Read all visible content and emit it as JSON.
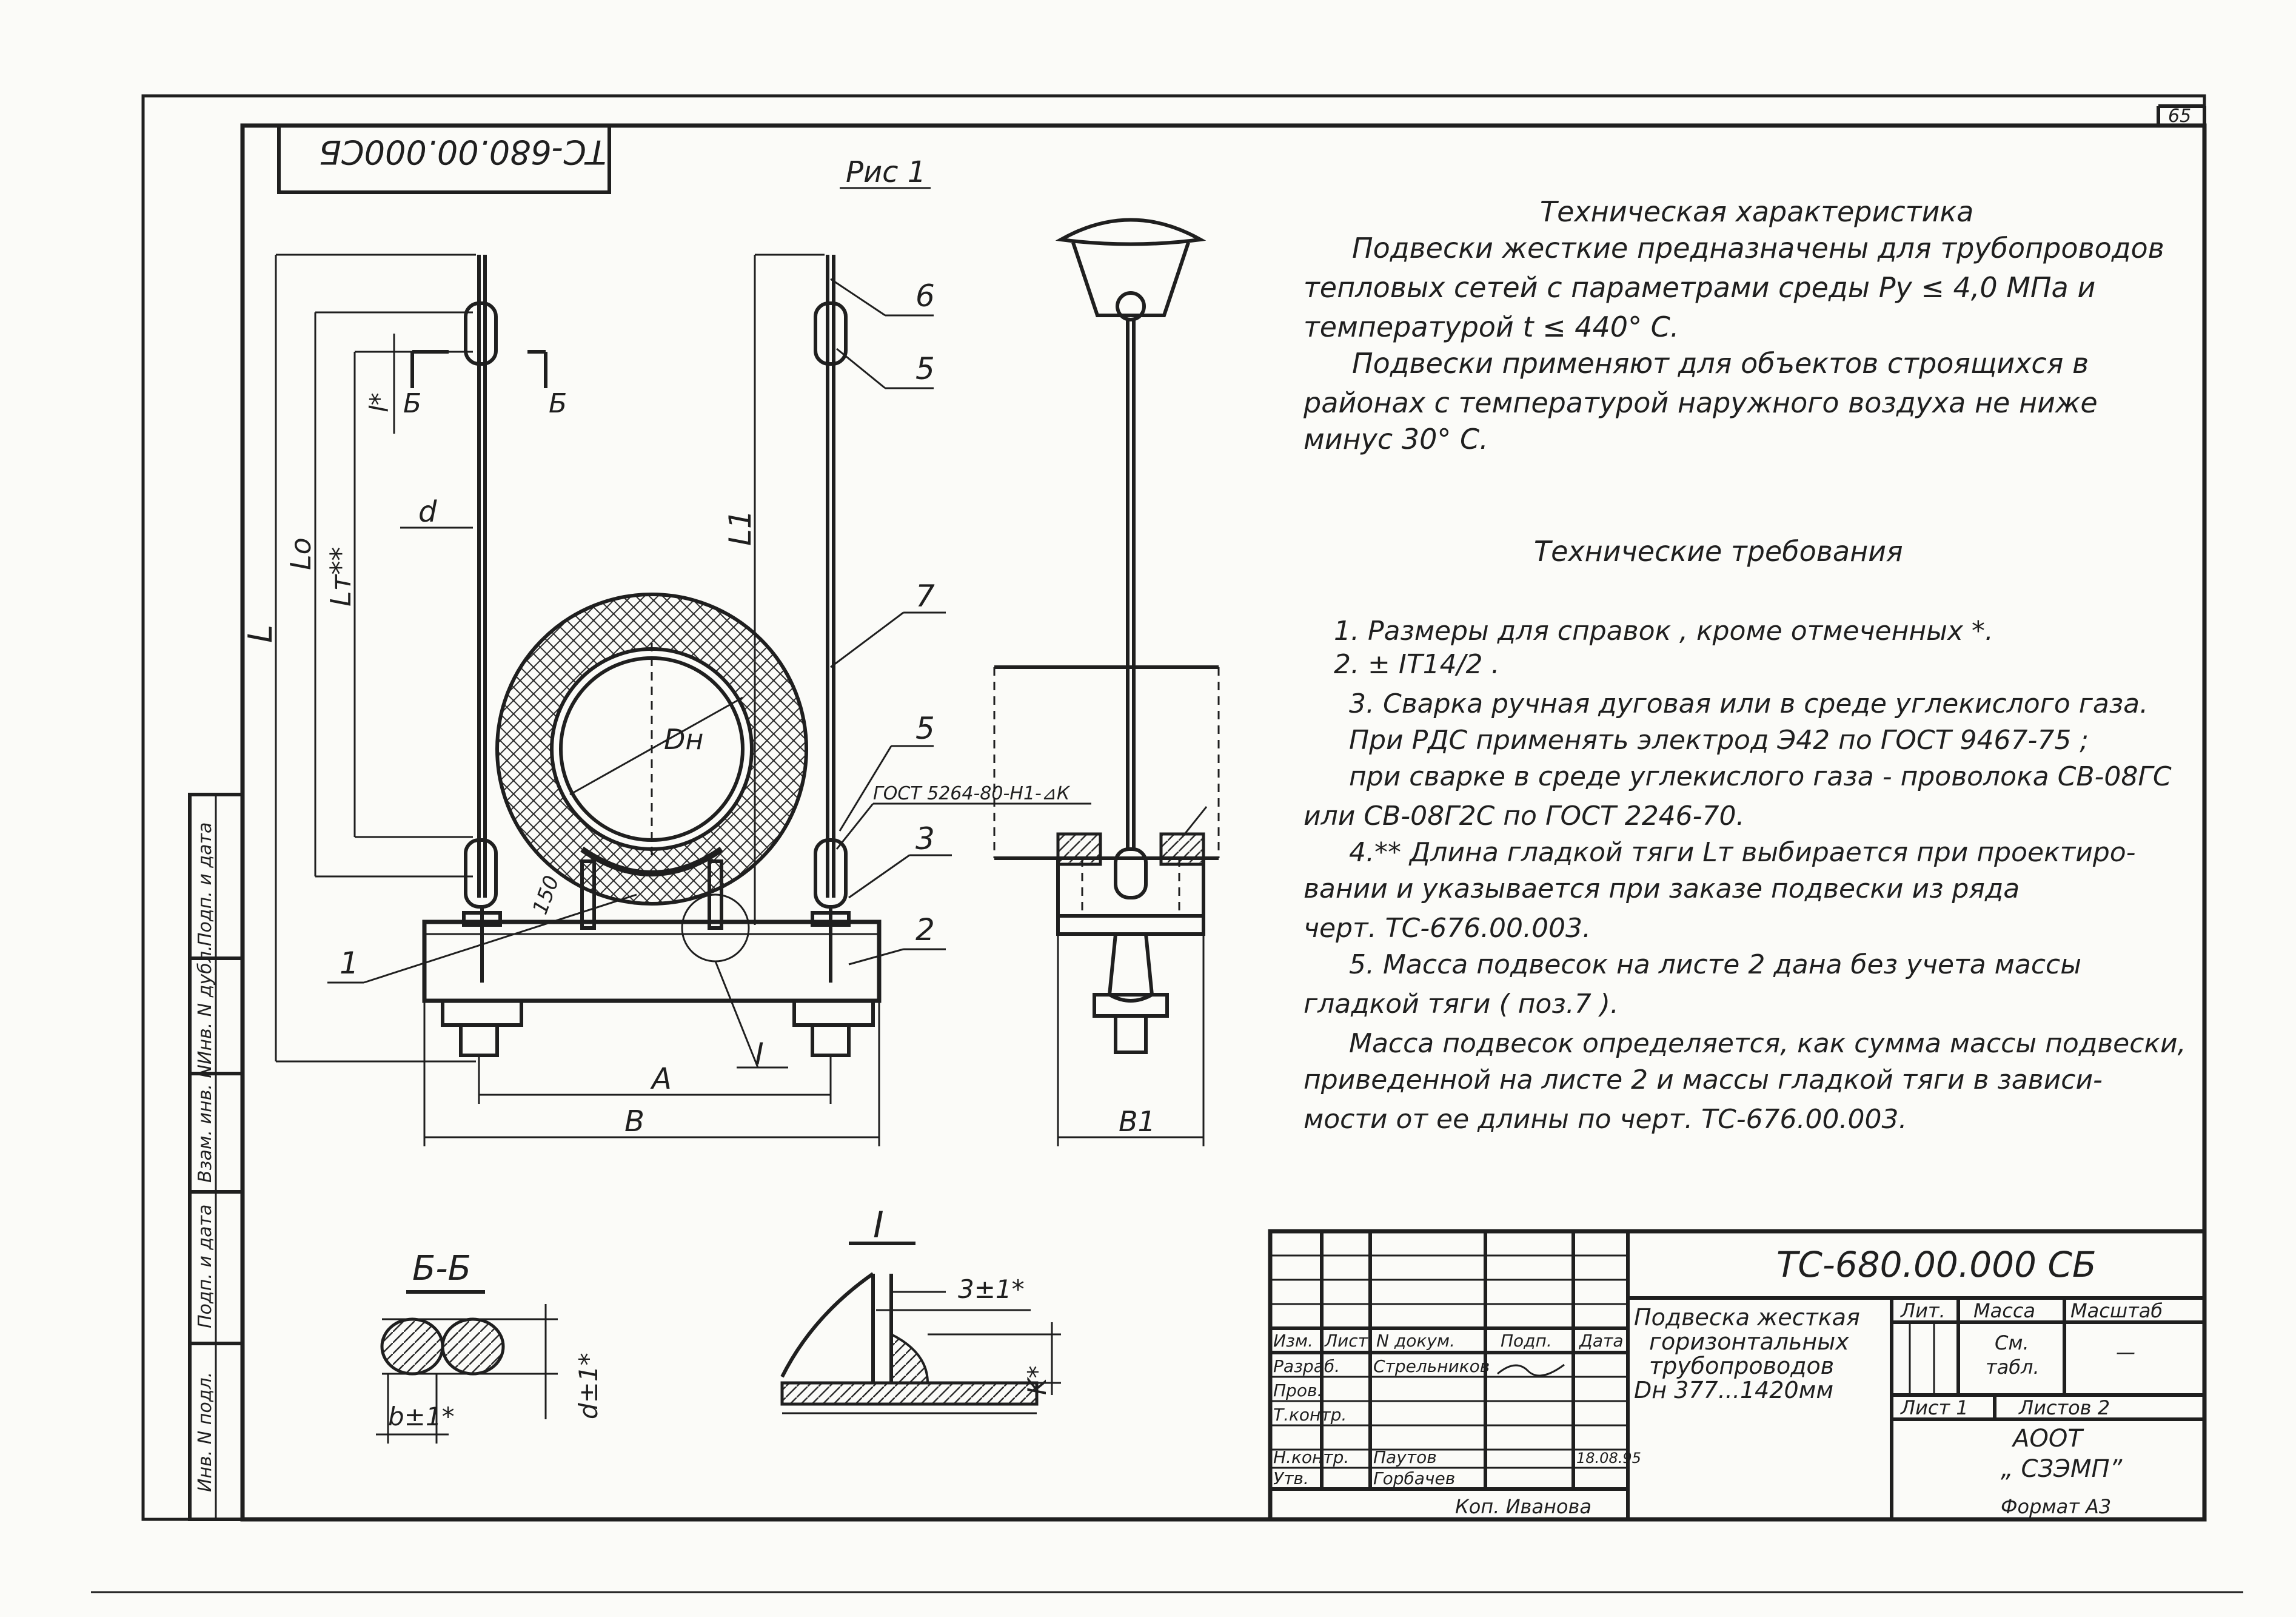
{
  "page_number": "65",
  "stamp_rotated": "ТС-680.00.000СБ",
  "figure_label": "Рис 1",
  "labels": {
    "L": "L",
    "Lo": "Lo",
    "Lt": "Lт**",
    "l": "l*",
    "L1": "L1",
    "d": "d",
    "Dn": "Dн",
    "B_mark_left": "Б",
    "B_mark_right": "Б",
    "angle": "150",
    "roman_I": "I",
    "dim_A": "A",
    "dim_B": "B",
    "dim_B1": "B1"
  },
  "positions": [
    "6",
    "5",
    "7",
    "5",
    "3",
    "2",
    "1"
  ],
  "weld_symbol": "ГОСТ 5264-80-Н1-⊿К",
  "section_bb": {
    "title": "Б-Б",
    "dim_b": "b±1*",
    "dim_d": "d±1*"
  },
  "detail_I": {
    "title": "I",
    "dim_gap": "3±1*",
    "dim_k": "K*"
  },
  "tech_char": {
    "title": "Техническая характеристика",
    "lines": [
      "Подвески жесткие предназначены для трубопроводов",
      "тепловых  сетей с параметрами среды Ру ≤ 4,0 МПа и",
      "температурой  t ≤ 440° С.",
      "Подвески применяют для объектов строящихся  в",
      "районах с температурой наружного воздуха не ниже",
      "минус 30° С."
    ]
  },
  "tech_req": {
    "title": "Технические требования",
    "lines": [
      "1. Размеры для справок , кроме отмеченных *.",
      "2. ± IT14/2 .",
      "3. Сварка ручная дуговая или в среде углекислого газа.",
      "При РДС  применять электрод Э42 по ГОСТ 9467-75 ;",
      "при сварке в среде углекислого газа - проволока СВ-08ГС",
      "или СВ-08Г2С  по ГОСТ 2246-70.",
      "4.** Длина гладкой тяги Lт выбирается  при проектиро-",
      "вании и указывается  при заказе подвески из ряда",
      "черт.  ТС-676.00.003.",
      "5. Масса подвесок на листе 2 дана без учета массы",
      "гладкой тяги ( поз.7 ).",
      "Масса подвесок определяется, как сумма массы подвески,",
      "приведенной на листе 2  и массы гладкой тяги в зависи-",
      "мости  от ее длины по черт. ТС-676.00.003."
    ]
  },
  "side_column": [
    "Инв. N подл.",
    "Подп. и дата",
    "Взам. инв. N",
    "Инв. N дубл.",
    "Подп. и дата"
  ],
  "title_block": {
    "doc_number": "ТС-680.00.000 СБ",
    "headers": [
      "Изм.",
      "Лист",
      "N докум.",
      "Подп.",
      "Дата"
    ],
    "roles": [
      "Разраб.",
      "Пров.",
      "Т.контр.",
      "Н.контр.",
      "Утв."
    ],
    "names": [
      "Стрельников",
      "Паутов",
      "Горбачев"
    ],
    "signature_date": "18.08.95",
    "title": [
      "Подвеска жесткая",
      "горизонтальных",
      "трубопроводов",
      "Dн 377...1420мм"
    ],
    "lit_label": "Лит.",
    "mass_label": "Масса",
    "scale_label": "Масштаб",
    "mass_value": [
      "См.",
      "табл."
    ],
    "scale_value": "—",
    "sheet_label": "Лист 1",
    "sheets_label": "Листов 2",
    "org": [
      "АООТ",
      "„ СЗЭМП”"
    ]
  },
  "copied_by": "Коп. Иванова",
  "format": "Формат  А3"
}
